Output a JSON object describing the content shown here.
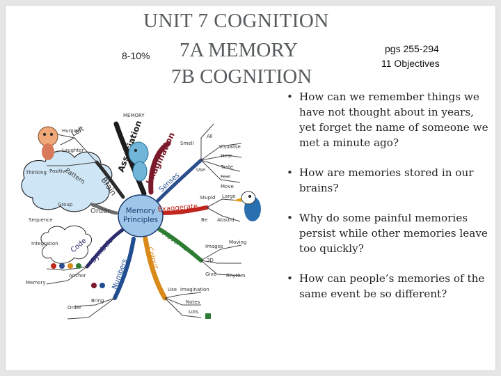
{
  "slide": {
    "title_line1": "UNIT 7 COGNITION",
    "title_line2": "7A MEMORY",
    "title_line3": "7B COGNITION",
    "percent": "8-10%",
    "pages": "pgs 255-294",
    "objectives": "11 Objectives"
  },
  "bullets": [
    "How can we remember things we have not thought about in years, yet forget the name of someone we met a minute ago?",
    "How are memories stored in our brains?",
    "Why do some painful memories persist while other memories leave too quickly?",
    "How can people’s memories of the same event be so different?"
  ],
  "mindmap": {
    "center": [
      "Memory",
      "Principles"
    ],
    "top_label": "MEMORY",
    "branches": {
      "association": "Association",
      "imagination": "Imagination",
      "brain": "Brain",
      "left": "Left",
      "senses": "Senses",
      "exaggerate": "Exaggerate",
      "movement": "Movement",
      "colour": "Colour",
      "numbers": "Numbers",
      "symbols": "Symbols",
      "code": "Code",
      "order": "Order",
      "pattern": "Pattern"
    },
    "leaves": {
      "humour": "Humour",
      "laughter": "Laughter",
      "thinking": "Thinking",
      "positive": "Positive",
      "group": "Group",
      "sequence": "Sequence",
      "smell": "Smell",
      "all": "All",
      "visualise": "Visualise",
      "hear": "Hear",
      "use": "Use",
      "taste": "Taste",
      "feel": "Feel",
      "move": "Move",
      "stupid": "Stupid",
      "large": "Large",
      "be": "Be",
      "absurd": "Absurd",
      "images": "Images",
      "moving": "Moving",
      "three_d": "3D",
      "give": "Give",
      "rhythm": "Rhythm",
      "imagination_leaf": "Imagination",
      "notes": "Notes",
      "lots": "Lots",
      "use_leaf": "Use",
      "integration": "Integration",
      "memory_leaf": "Memory",
      "anchor": "Anchor",
      "bring": "Bring",
      "order_leaf": "Order"
    }
  },
  "colors": {
    "title": "#555a5c",
    "cloud": "#cfe6f7",
    "cloud_stroke": "#2b2b2b",
    "center": "#9ec6e8",
    "assoc_branch": "#1d1d1d",
    "imag_branch": "#7a1a2a",
    "senses_branch": "#2a4d8c",
    "exag_branch": "#c0261d",
    "move_branch": "#2e7d32",
    "colour_branch": "#d98a1b",
    "numbers_branch": "#1f4d8f",
    "symbols_branch": "#2d2d6d",
    "order_branch": "#6b6b6b"
  }
}
